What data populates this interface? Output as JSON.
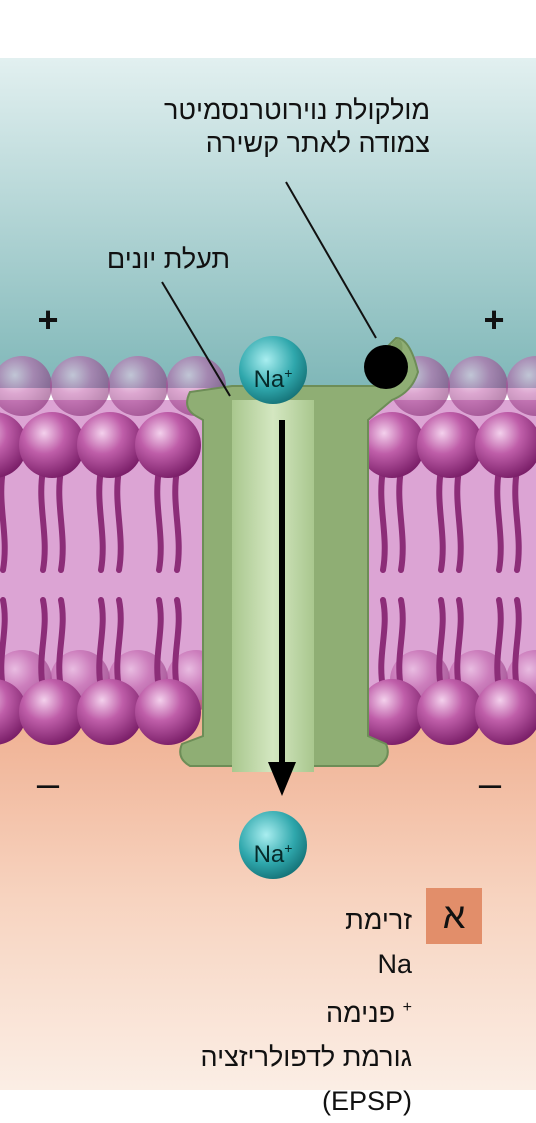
{
  "labels": {
    "neurotransmitter_line1": "מולקולת נוירוטרנסמיטר",
    "neurotransmitter_line2": "צמודה לאתר קשירה",
    "ion_channel": "תעלת יונים",
    "ion_symbol": "Na",
    "ion_charge": "+",
    "outside_charge": "+",
    "inside_charge": "–"
  },
  "panel": {
    "letter": "א"
  },
  "caption": {
    "line1_prefix": "זרימת ",
    "line1_ion": "Na",
    "line1_charge": "+",
    "line1_suffix": " פנימה",
    "line2": "גורמת לדפולריזציה",
    "line3": "(EPSP)"
  },
  "colors": {
    "extracellular_top": "#d9ecec",
    "extracellular_mid": "#86bdbd",
    "membrane": "#dca4d4",
    "phospholipid_head": "#a8408f",
    "lipid_tail": "#8c2d78",
    "intracellular": "#f3c9b0",
    "channel": "#8fae74",
    "channel_pore": "#c6ddb0",
    "sodium_ion": "#2fa7ac",
    "neurotransmitter": "#000000",
    "panel_badge": "#e28e6a"
  }
}
